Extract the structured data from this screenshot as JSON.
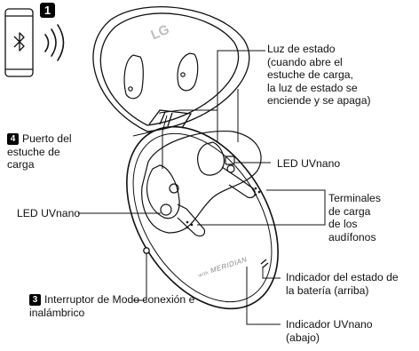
{
  "badges": {
    "one": "1",
    "three": "3",
    "four": "4"
  },
  "logos": {
    "brand": "LG",
    "audio": "MERIDIAN",
    "audio_prefix": "with"
  },
  "labels": {
    "status_light": "Luz de estado\n(cuando abre el\nestuche de carga,\nla luz de estado se\nenciende y se apaga)",
    "charging_port": "Puerto del\nestuche de\ncarga",
    "led_uvnano_right": "LED UVnano",
    "led_uvnano_left": "LED UVnano",
    "charging_terminals": "Terminales\nde carga\nde los\naudífonos",
    "mode_switch": "Interruptor de Modo conexión e\ninalámbrico",
    "battery_indicator": "Indicador del estado de\nla batería (arriba)",
    "uvnano_indicator": "Indicador UVnano\n(abajo)"
  },
  "icons": [
    "phone-icon",
    "bluetooth-icon",
    "wireless-signal-icon"
  ]
}
